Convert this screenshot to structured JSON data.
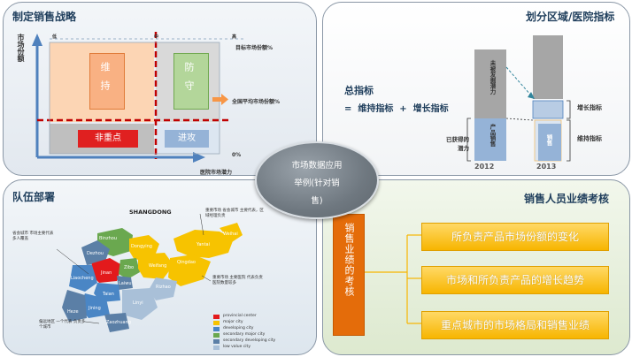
{
  "strategy": {
    "title": "制定销售战略",
    "y_axis": "市场份额",
    "x_axis": "医院市场潜力",
    "x_ticks": [
      "低",
      "中",
      "高"
    ],
    "right_labels": [
      "目标市场份额%",
      "全国平均市场份额%",
      "0%"
    ],
    "quadrants": {
      "maintain": "维持",
      "defend": "防守",
      "noncore": "非重点",
      "attack": "进攻"
    }
  },
  "targets": {
    "title": "划分区域/医院指标",
    "total": "总指标",
    "formula": "=  维持指标  +  增长指标",
    "gained_potential": "已获得的\n潜力",
    "bar_labels": {
      "untapped": "未被发掘潜力",
      "product_sales": "产品销售",
      "sales": "销售"
    },
    "growth_label": "增长指标",
    "maintain_label": "维持指标",
    "years": [
      "2012",
      "2013"
    ]
  },
  "team": {
    "title": "队伍部署",
    "map_title": "SHANGDONG",
    "cities": [
      "Binzhou",
      "Dezhou",
      "Dongying",
      "Yantai",
      "Weihai",
      "Jinan",
      "Zibo",
      "Weifang",
      "Qingdao",
      "Liaocheng",
      "Laiwu",
      "Taian",
      "Rizhao",
      "Jining",
      "Linyi",
      "Heze",
      "Zaozhuang"
    ],
    "notes": {
      "northeast": "重要市场 省会城市 主要代表，区域经理负责",
      "west": "省会城市 市场主要代表 多人覆盖",
      "east": "重要市场 主要医院 代表负责 医院数量较多",
      "southwest": "偏远地区 一个代表 负责多个城市"
    },
    "legend": [
      {
        "label": "provincial center",
        "color": "#e31a1c"
      },
      {
        "label": "major city",
        "color": "#f7c300"
      },
      {
        "label": "developing city",
        "color": "#4a86c5"
      },
      {
        "label": "secondary major city",
        "color": "#6aa84f"
      },
      {
        "label": "secondary developing city",
        "color": "#5b7fa6"
      },
      {
        "label": "low value city",
        "color": "#a9c0d8"
      }
    ]
  },
  "center": {
    "text": [
      "市场数据应用",
      "举例(针对销",
      "售)"
    ]
  },
  "assessment": {
    "title": "销售人员业绩考核",
    "vertical": "销售业绩的考核",
    "items": [
      "所负责产品市场份额的变化",
      "市场和所负责产品的增长趋势",
      "重点城市的市场格局和销售业绩"
    ]
  }
}
